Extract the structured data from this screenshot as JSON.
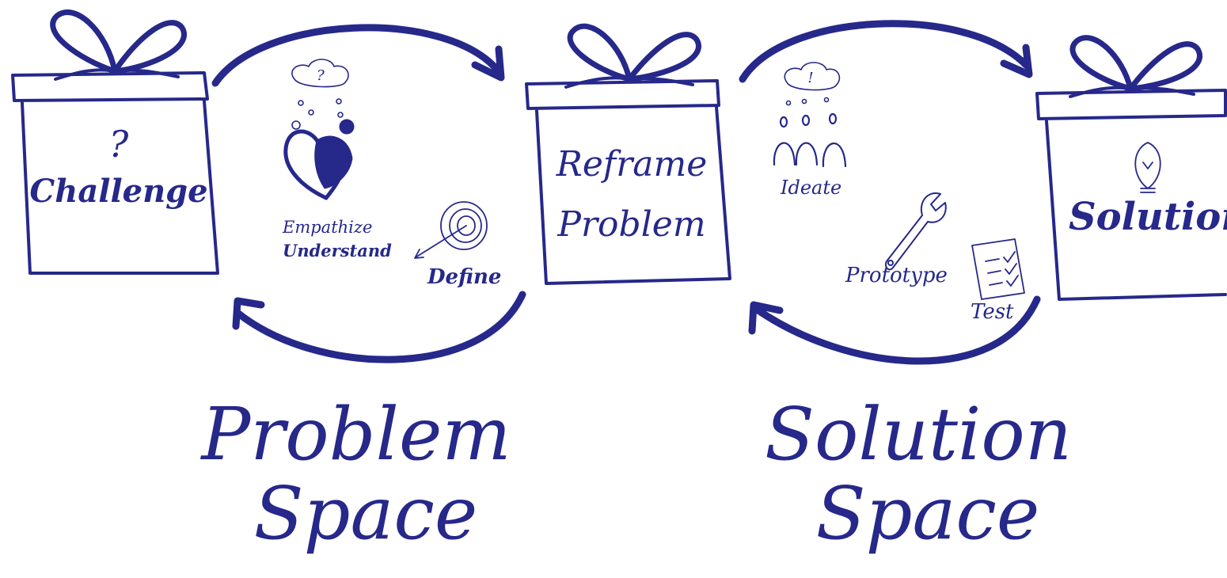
{
  "colors": {
    "ink": "#26288a",
    "background": "#ffffff"
  },
  "boxes": [
    {
      "id": "challenge",
      "mark": "?",
      "label": "Challenge",
      "icon": "question-mark-icon"
    },
    {
      "id": "reframe",
      "line1": "Reframe",
      "line2": "Problem"
    },
    {
      "id": "solution",
      "label": "Solution",
      "icon": "lightbulb-icon"
    }
  ],
  "steps": {
    "empathize": "Empathize",
    "understand": "Understand",
    "define": "Define",
    "ideate": "Ideate",
    "prototype": "Prototype",
    "test": "Test"
  },
  "thought_marks": {
    "problem": "?",
    "solution": "!"
  },
  "spaces": {
    "problem": {
      "line1": "Problem",
      "line2": "Space"
    },
    "solution": {
      "line1": "Solution",
      "line2": "Space"
    }
  },
  "icons": [
    "gift-bow-icon",
    "thought-cloud-icon",
    "heart-person-icon",
    "target-icon",
    "people-icon",
    "wrench-icon",
    "checklist-icon",
    "lightbulb-icon",
    "cycle-arrow-icon"
  ]
}
